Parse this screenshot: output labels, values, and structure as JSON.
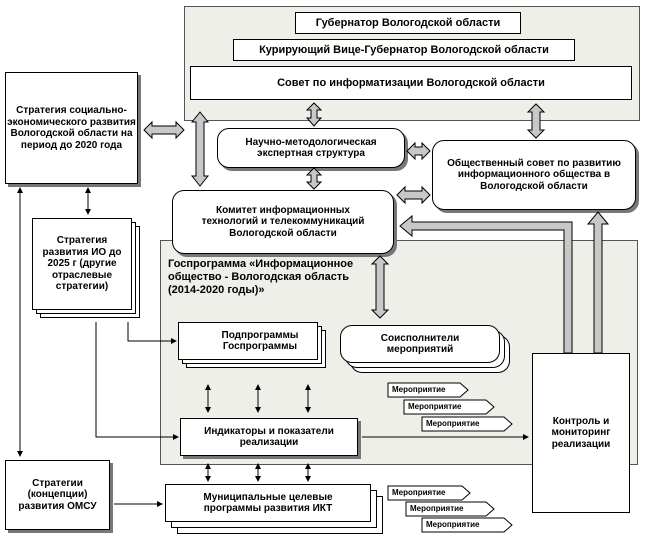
{
  "governor": "Губернатор Вологодской области",
  "vice_governor": "Курирующий Вице-Губернатор Вологодской области",
  "council": "Совет по информатизации  Вологодской области",
  "expert_structure": "Научно-методологическая экспертная структура",
  "public_council": "Общественный совет по развитию информационного общества в Вологодской области",
  "strategy_2020": "Стратегия социально-экономического развития Вологодской области на период до 2020 года",
  "committee": "Комитет информационных технологий и телекоммуникаций Вологодской области",
  "strategy_io": "Стратегия развития ИО до 2025 г (другие отраслевые стратегии)",
  "state_program": "Госпрограмма «Информационное общество - Вологодская область (2014-2020 годы)»",
  "subprograms": "Подпрограммы Госпрограммы",
  "coexecutors": "Соисполнители мероприятий",
  "indicators": "Индикаторы и показатели реализации",
  "control": "Контроль и мониторинг реализации",
  "strategy_omsu": "Стратегии (концепции) развития ОМСУ",
  "municipal_programs": "Муниципальные целевые программы развития ИКТ",
  "event": "Мероприятие"
}
